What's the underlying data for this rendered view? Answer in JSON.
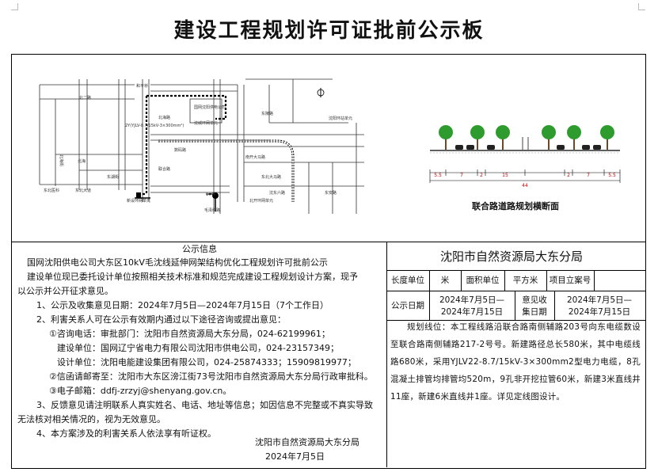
{
  "title": "建设工程规划许可证批前公示板",
  "map": {
    "labels": [
      "国网沈阳供电公司",
      "2Y(YJLV-8.7/15kV-3×300mm²)",
      "沈城环网单元",
      "北海街",
      "东陵路",
      "沈阳环站单元",
      "数码路",
      "北二路",
      "和平桥",
      "南开大马路",
      "北海路",
      "联合路",
      "东北大马路",
      "毛泽线路",
      "东湖街",
      "北开环网单元",
      "东安路",
      "东北大道",
      "沈东六路",
      "1#井",
      "新设环网单元",
      "东北医科",
      "北海"
    ]
  },
  "section": {
    "caption": "联合路道路规划横断面",
    "dims": [
      "5.5",
      "7",
      "2",
      "15",
      "2",
      "7",
      "5.5"
    ],
    "total": "44"
  },
  "notice": {
    "header": "公示信息",
    "para1": "国网沈阳供电公司大东区10kV毛沈线延伸网架结构优化工程规划许可批前公示",
    "para2a": "建设单位现已委托设计单位按照相关技术标准和规范完成建设工程规划设计方案，现予",
    "para2b": "以公示并公开征求意见。",
    "item1": "1、公示及收集意见日期：2024年7月5日—2024年7月15日（7个工作日）",
    "item2": "2、利害关系人可在公示有效期内通过以下途径咨询或提出意见：",
    "c1": "①咨询电话：审批部门：沈阳市自然资源局大东分局，024-62199961；",
    "c2": "建设单位：国网辽宁省电力有限公司沈阳市供电公司，024-23157349；",
    "c3": "设计单位：沈阳电能建设集团有限公司，024-25874333；15909819977；",
    "c4": "②信函请邮寄至：沈阳市大东区滂江街73号沈阳市自然资源局大东分局行政审批科。",
    "c5": "③电子邮箱：ddfj-zrzyj@shenyang.gov.cn。",
    "item3a": "3、反馈意见请注明联系人真实姓名、电话、地址等信息；如因信息不完整或不真实导致",
    "item3b": "无法核对相关情况的，视为无效意见。",
    "item4": "4、本方案涉及的利害关系人依法享有听证权。",
    "sign_org": "沈阳市自然资源局大东分局",
    "sign_date": "2024年7月5日"
  },
  "right": {
    "org": "沈阳市自然资源局大东分局",
    "row1": [
      "长度单位",
      "米",
      "面积单位",
      "平方米",
      "项目立案号",
      ""
    ],
    "row2_label": "公示日期",
    "row2_date1": "2024年7月5日—",
    "row2_date2": "2024年7月15日",
    "row2_label2a": "意见收",
    "row2_label2b": "集日期",
    "row2_date3": "2024年7月5日—",
    "row2_date4": "2024年7月15日",
    "description": "规划线位：本工程线路沿联合路南侧辅路203号向东电缆数设至联合路南侧辅路217-2号号。新建路径总长580米，其中电缆线路680米，采用YJLV22-8.7/15kV-3×300mm2型电力电缆，8孔混凝土排管均排管均520m，9孔非开挖拉管60米，新建3米直线井11座，新建6米直线井1座。详见定线图设计。"
  }
}
